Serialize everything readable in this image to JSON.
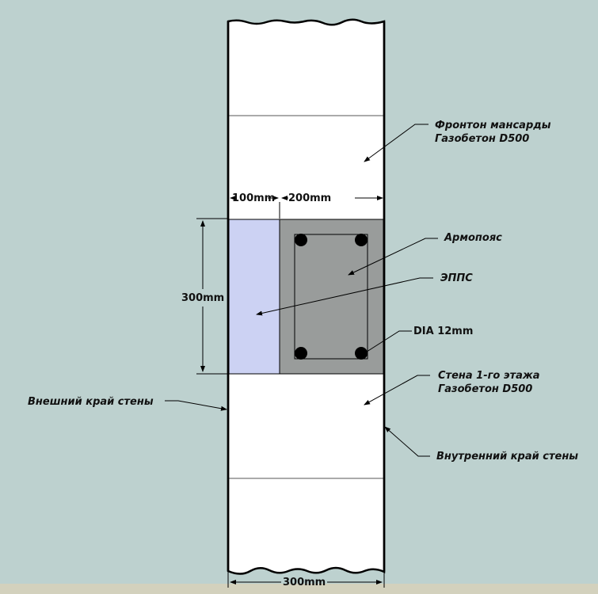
{
  "diagram": {
    "colors": {
      "background": "#bdd1cf",
      "ground": "#d3d1bd",
      "wall": "#ffffff",
      "epps": "#ccd2f3",
      "armopoyas": "#999c9b",
      "line": "#000000"
    },
    "dimensions": {
      "epps_width": "100mm",
      "armopoyas_width": "200mm",
      "belt_height": "300mm",
      "wall_width": "300mm"
    },
    "labels": {
      "gable_line1": "Фронтон мансарды",
      "gable_line2": "Газобетон D500",
      "armopoyas": "Армопояс",
      "epps": "ЭППС",
      "rebar": "DIA 12mm",
      "wall1_line1": "Стена 1-го этажа",
      "wall1_line2": "Газобетон D500",
      "outer_edge": "Внешний край стены",
      "inner_edge": "Внутренний край стены"
    }
  }
}
